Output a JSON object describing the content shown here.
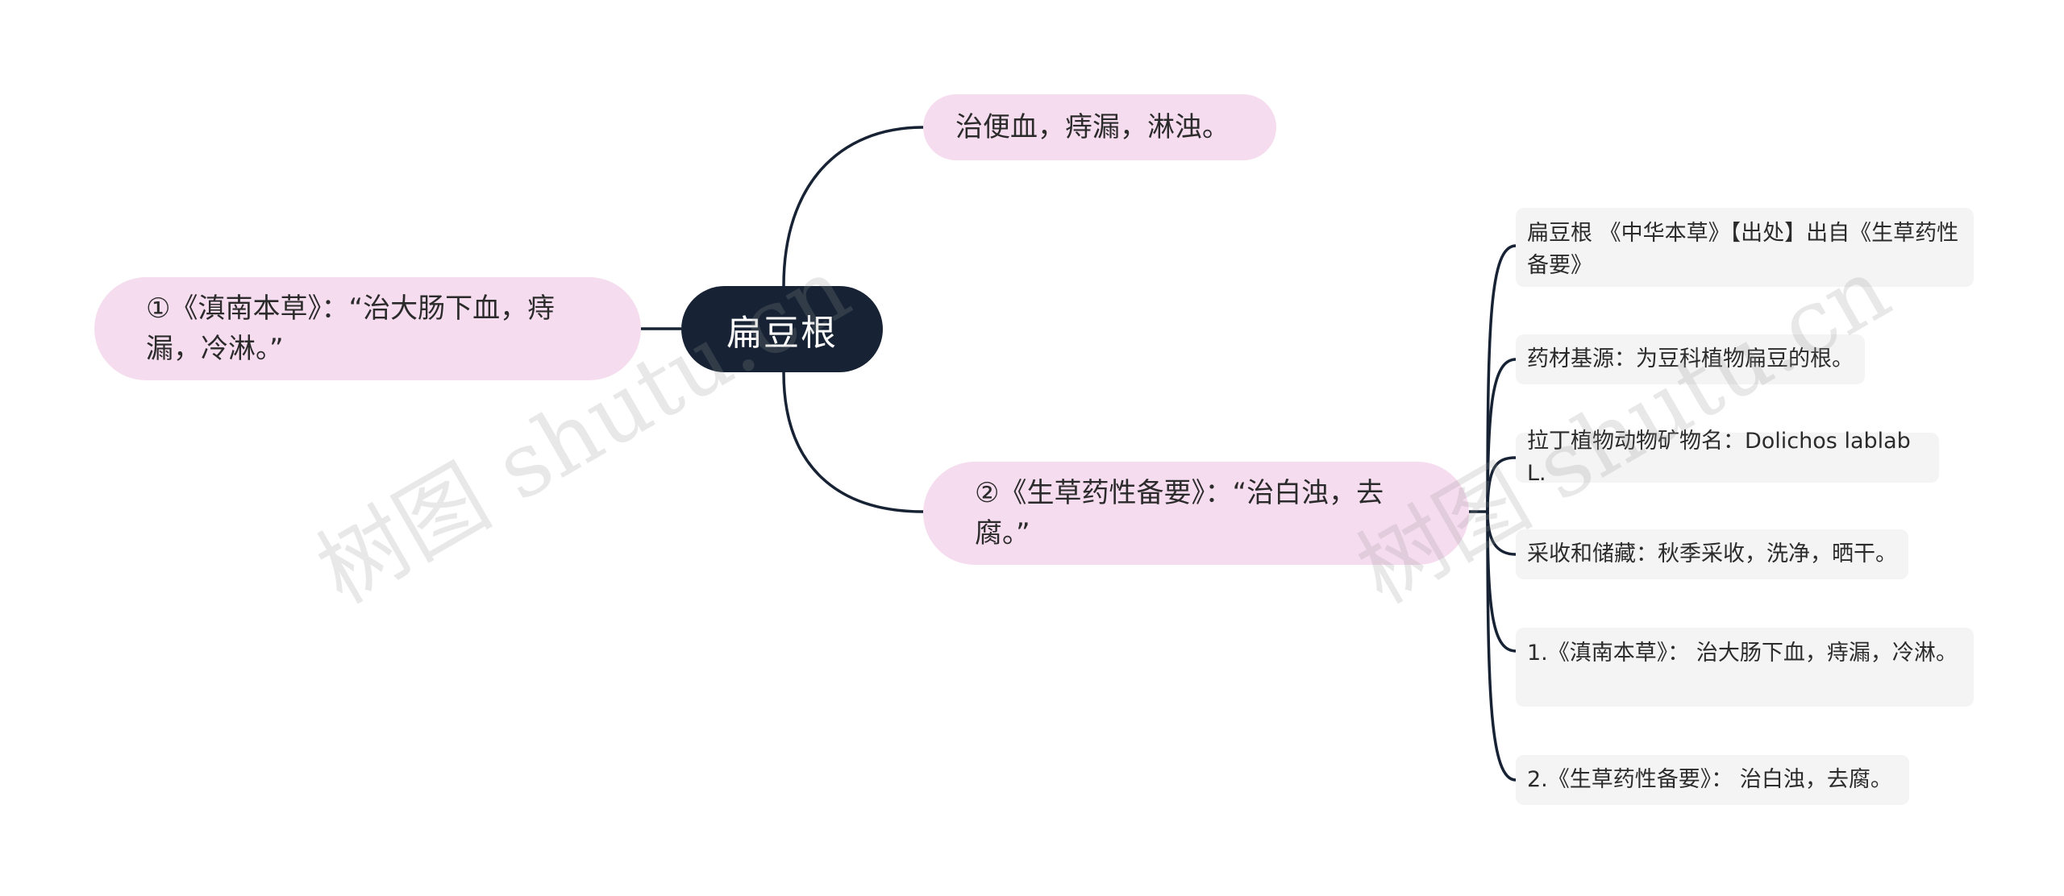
{
  "root": {
    "label": "扁豆根"
  },
  "branches": [
    {
      "id": "b-top",
      "label": "治便血，痔漏，淋浊。"
    },
    {
      "id": "b-left",
      "label": "①《滇南本草》：“治大肠下血，痔漏，冷淋。”"
    },
    {
      "id": "b-right",
      "label": "②《生草药性备要》：“治白浊，去腐。”"
    }
  ],
  "leaves": [
    {
      "label": "扁豆根 《中华本草》【出处】出自《生草药性备要》"
    },
    {
      "label": "药材基源：为豆科植物扁豆的根。"
    },
    {
      "label": "拉丁植物动物矿物名：Dolichos lablab L."
    },
    {
      "label": "采收和储藏：秋季采收，洗净，晒干。"
    },
    {
      "label": "1.《滇南本草》：  治大肠下血，痔漏，冷淋。"
    },
    {
      "label": "2.《生草药性备要》：  治白浊，去腐。"
    }
  ],
  "watermark": {
    "text": "树图 shutu.cn"
  },
  "colors": {
    "root_bg": "#172334",
    "branch_bg": "#f6dcef",
    "leaf_bg": "#f4f4f4",
    "line": "#172334"
  }
}
